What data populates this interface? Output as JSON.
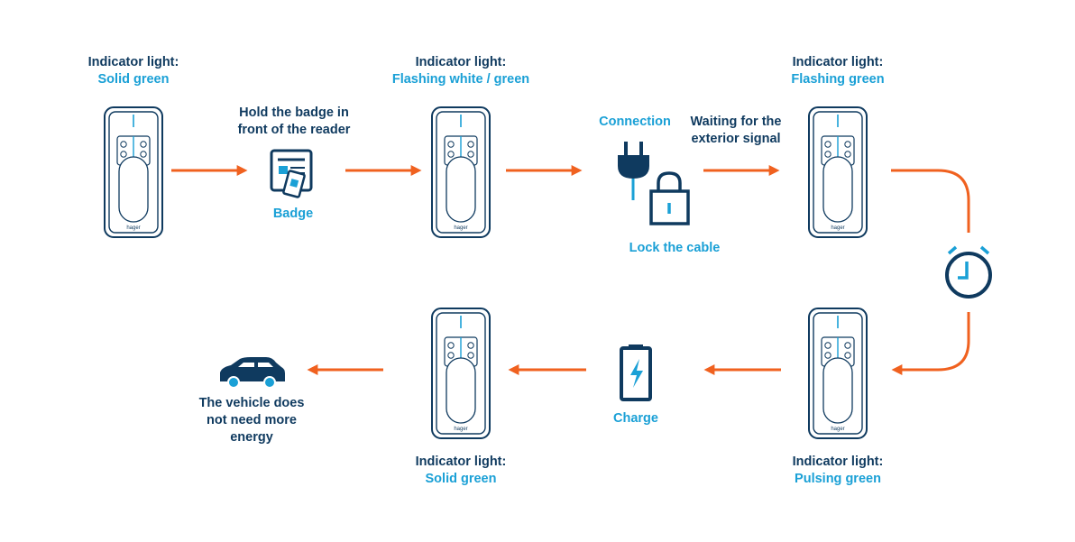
{
  "colors": {
    "navy": "#0f3a5f",
    "cyan": "#1aa0d6",
    "orange": "#f0611f"
  },
  "step1": {
    "label": "Indicator light:",
    "state": "Solid green"
  },
  "badge_step": {
    "instruction_line1": "Hold the badge in",
    "instruction_line2": "front of the reader",
    "caption": "Badge",
    "icon": "badge-icon"
  },
  "step2": {
    "label": "Indicator light:",
    "state": "Flashing white / green"
  },
  "connection": {
    "title": "Connection",
    "caption": "Lock the cable",
    "icons": [
      "plug-icon",
      "padlock-icon"
    ]
  },
  "waiting": {
    "line1": "Waiting for the",
    "line2": "exterior signal"
  },
  "step3": {
    "label": "Indicator light:",
    "state": "Flashing green"
  },
  "timer": {
    "icon": "alarm-clock-icon"
  },
  "step4": {
    "label": "Indicator light:",
    "state": "Pulsing green"
  },
  "charge": {
    "caption": "Charge",
    "icon": "battery-charging-icon"
  },
  "step5": {
    "label": "Indicator light:",
    "state": "Solid green"
  },
  "vehicle": {
    "line1": "The vehicle does",
    "line2": "not need more",
    "line3": "energy",
    "icon": "car-icon"
  },
  "charger": {
    "brand_text": "hager"
  }
}
